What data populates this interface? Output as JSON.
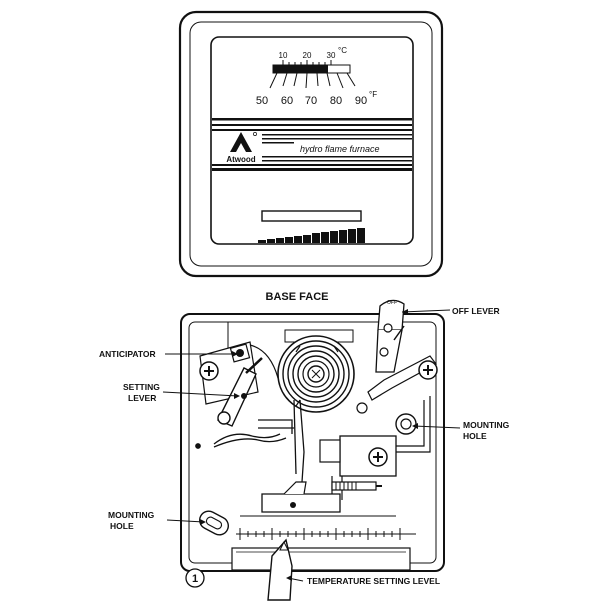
{
  "front_face": {
    "celsius_ticks": [
      "10",
      "20",
      "30"
    ],
    "celsius_unit": "°C",
    "fahrenheit_ticks": [
      "50",
      "60",
      "70",
      "80",
      "90"
    ],
    "fahrenheit_unit": "°F",
    "logo_name": "Atwood",
    "product_text": "hydro flame furnace"
  },
  "base_face": {
    "title": "BASE FACE",
    "dial_label": "OFF",
    "figure_number": "1",
    "callouts": {
      "off_lever": "OFF LEVER",
      "anticipator": "ANTICIPATOR",
      "setting_lever_line1": "SETTING",
      "setting_lever_line2": "LEVER",
      "mounting_hole_right_line1": "MOUNTING",
      "mounting_hole_right_line2": "HOLE",
      "mounting_hole_left_line1": "MOUNTING",
      "mounting_hole_left_line2": "HOLE",
      "temperature_setting": "TEMPERATURE SETTING LEVEL"
    }
  }
}
